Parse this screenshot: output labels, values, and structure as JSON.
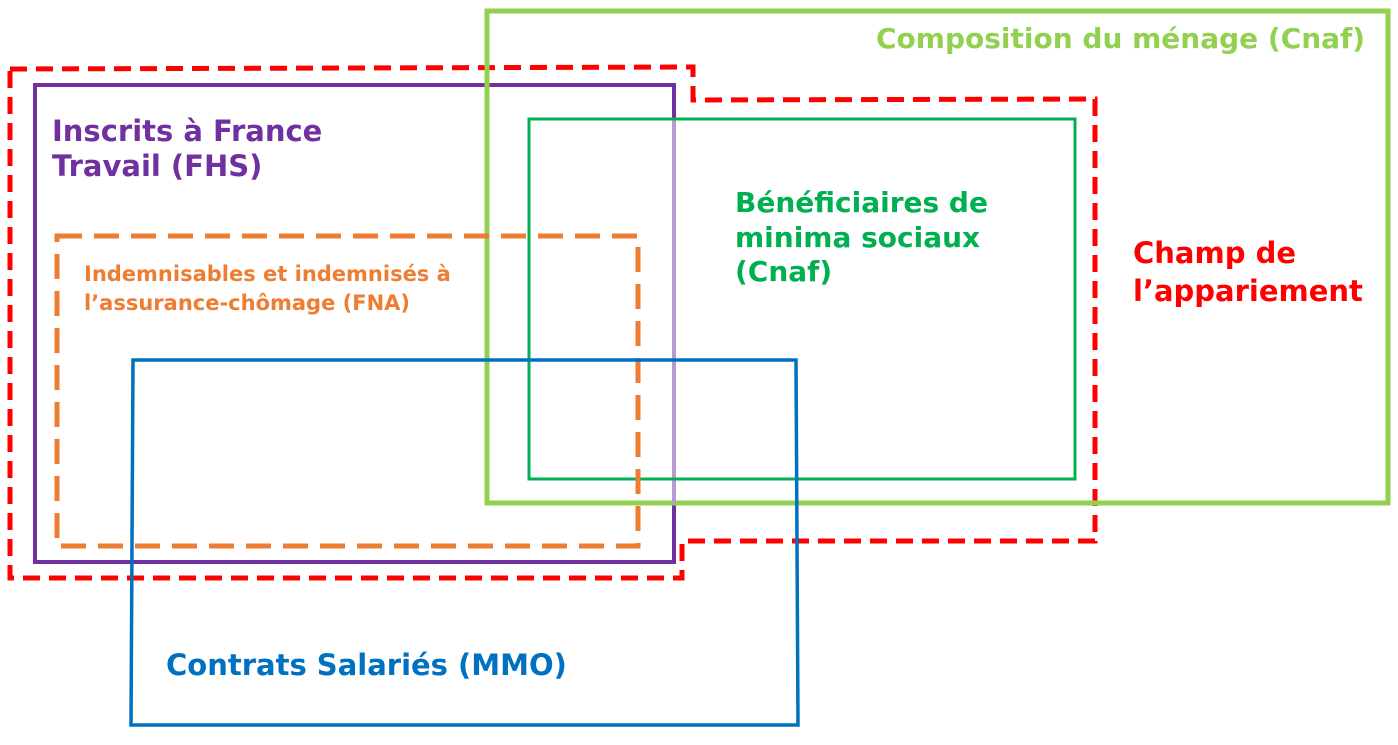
{
  "colors": {
    "composition": "#92d050",
    "fhs": "#7030a0",
    "fna": "#ed7d31",
    "minima": "#00b050",
    "champ": "#ff0000",
    "mmo": "#0070c0"
  },
  "sets": {
    "composition": {
      "lines": [
        "Composition du ménage (Cnaf)"
      ]
    },
    "fhs": {
      "lines": [
        "Inscrits à France",
        "Travail (FHS)"
      ]
    },
    "fna": {
      "lines": [
        "Indemnisables et indemnisés à",
        "l’assurance-chômage (FNA)"
      ]
    },
    "minima": {
      "lines": [
        "Bénéficiaires de",
        "minima sociaux",
        "(Cnaf)"
      ]
    },
    "champ": {
      "lines": [
        "Champ de",
        "l’appariement"
      ]
    },
    "mmo": {
      "lines": [
        "Contrats Salariés (MMO)"
      ]
    }
  }
}
